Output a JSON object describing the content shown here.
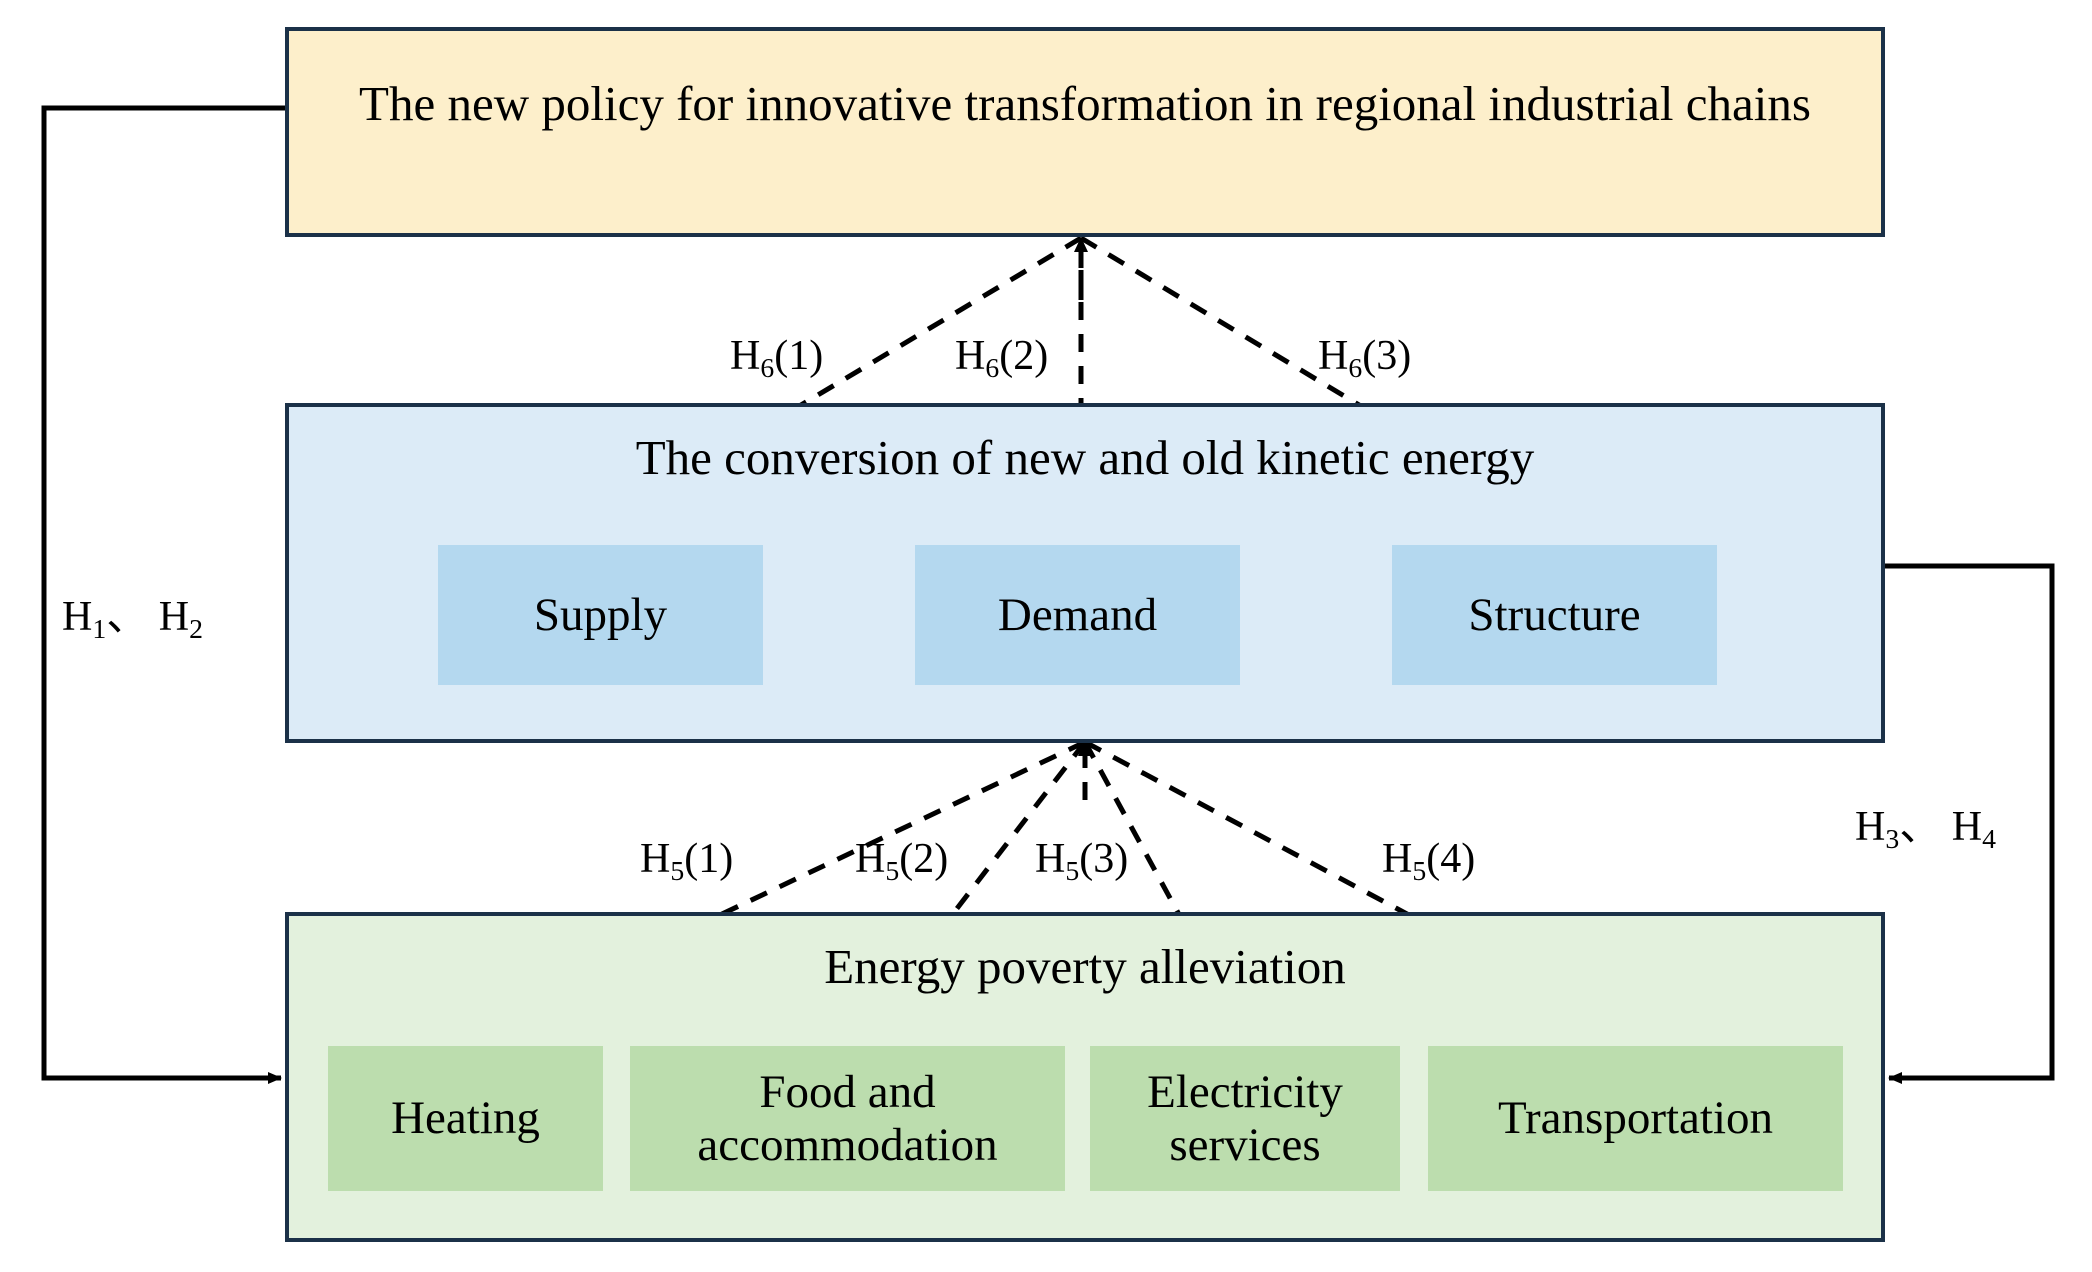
{
  "diagram": {
    "title": "Conceptual framework linking regional industrial-chain policy, kinetic energy conversion and energy poverty alleviation",
    "accent_border": "#1b3148",
    "levels": [
      {
        "id": "policy",
        "heading": "The new policy for innovative transformation in regional industrial chains",
        "fill": "#fdefcb",
        "items": []
      },
      {
        "id": "kinetic-energy",
        "heading": "The conversion of new and old kinetic energy",
        "fill": "#dcebf7",
        "item_fill": "#b4d8ef",
        "items": [
          {
            "label": "Supply"
          },
          {
            "label": "Demand"
          },
          {
            "label": "Structure"
          }
        ]
      },
      {
        "id": "energy-poverty",
        "heading": "Energy poverty alleviation",
        "fill": "#e3f1dd",
        "item_fill": "#bcddae",
        "items": [
          {
            "label": "Heating"
          },
          {
            "label": "Food and accommodation"
          },
          {
            "label": "Electricity services"
          },
          {
            "label": "Transportation"
          }
        ]
      }
    ],
    "hypothesis_labels": {
      "left_side": {
        "base": "H",
        "sub_a": "1",
        "sub_b": "2",
        "separator": "、",
        "text": "H1、 H2"
      },
      "right_side": {
        "base": "H",
        "sub_a": "3",
        "sub_b": "4",
        "separator": "、",
        "text": "H3、 H4"
      },
      "upper_group": [
        {
          "base": "H",
          "sub": "6",
          "index": "(1)",
          "text": "H6(1)"
        },
        {
          "base": "H",
          "sub": "6",
          "index": "(2)",
          "text": "H6(2)"
        },
        {
          "base": "H",
          "sub": "6",
          "index": "(3)",
          "text": "H6(3)"
        }
      ],
      "lower_group": [
        {
          "base": "H",
          "sub": "5",
          "index": "(1)",
          "text": "H5(1)"
        },
        {
          "base": "H",
          "sub": "5",
          "index": "(2)",
          "text": "H5(2)"
        },
        {
          "base": "H",
          "sub": "5",
          "index": "(3)",
          "text": "H5(3)"
        },
        {
          "base": "H",
          "sub": "5",
          "index": "(4)",
          "text": "H5(4)"
        }
      ]
    }
  }
}
